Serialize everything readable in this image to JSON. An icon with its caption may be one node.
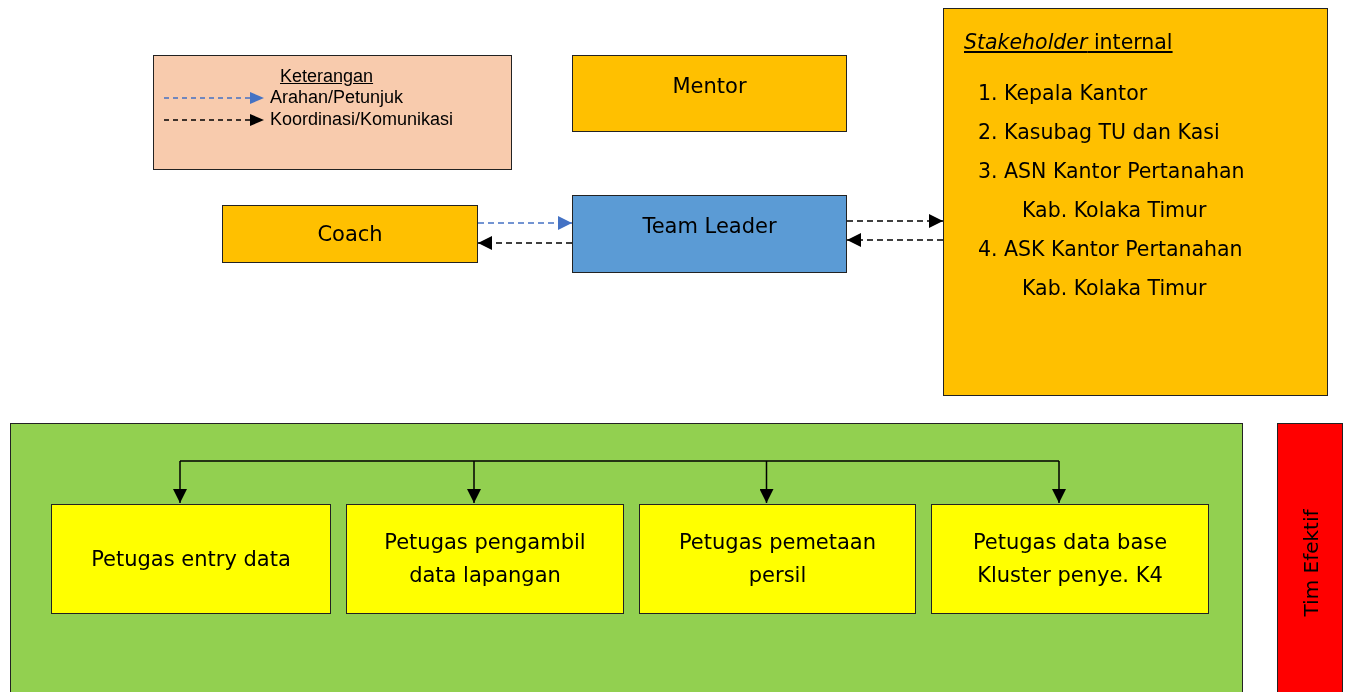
{
  "diagram": {
    "nodes": [
      {
        "text": [
          "Keterangan"
        ]
      },
      {
        "text": [
          "Mentor"
        ]
      },
      {
        "text": [
          "*Stakeholder* internal",
          "1. Kepala Kantor",
          "2. Kasubag TU dan Kasi",
          "3. ASN Kantor Pertanahan Kab. Kolaka Timur",
          "4. ASK Kantor Pertanahan Kab. Kolaka Timur"
        ]
      },
      {
        "text": [
          "Coach"
        ]
      },
      {
        "text": [
          "Team Leader"
        ]
      },
      {
        "text": [],
        "shape": "box"
      },
      {
        "text": [
          "Petugas entry data"
        ],
        "in": 5
      },
      {
        "text": [
          "Petugas pengambil data lapangan"
        ],
        "in": 5
      },
      {
        "text": [
          "Petugas pemetaan persil"
        ],
        "in": 5
      },
      {
        "text": [
          "Petugas data base Kluster penye. K4"
        ],
        "in": 5
      },
      {
        "text": [
          "Tim Efektif"
        ]
      }
    ],
    "edges": [
      {
        "from": 3,
        "to": 4,
        "arrow": "to",
        "style": "dashed",
        "color": "#4472c4"
      },
      {
        "from": 4,
        "to": 3,
        "arrow": "to",
        "style": "dashed"
      },
      {
        "from": 4,
        "to": 2,
        "arrow": "to",
        "style": "dashed"
      },
      {
        "from": 2,
        "to": 4,
        "arrow": "to",
        "style": "dashed"
      },
      {
        "from": null,
        "to": 6,
        "arrow": "to"
      },
      {
        "from": null,
        "to": 7,
        "arrow": "to"
      },
      {
        "from": null,
        "to": 8,
        "arrow": "to"
      },
      {
        "from": null,
        "to": 9,
        "arrow": "to"
      }
    ],
    "legend": [
      {
        "text": "Arahan/Petunjuk"
      },
      {
        "text": "Koordinasi/Komunikasi"
      }
    ]
  }
}
